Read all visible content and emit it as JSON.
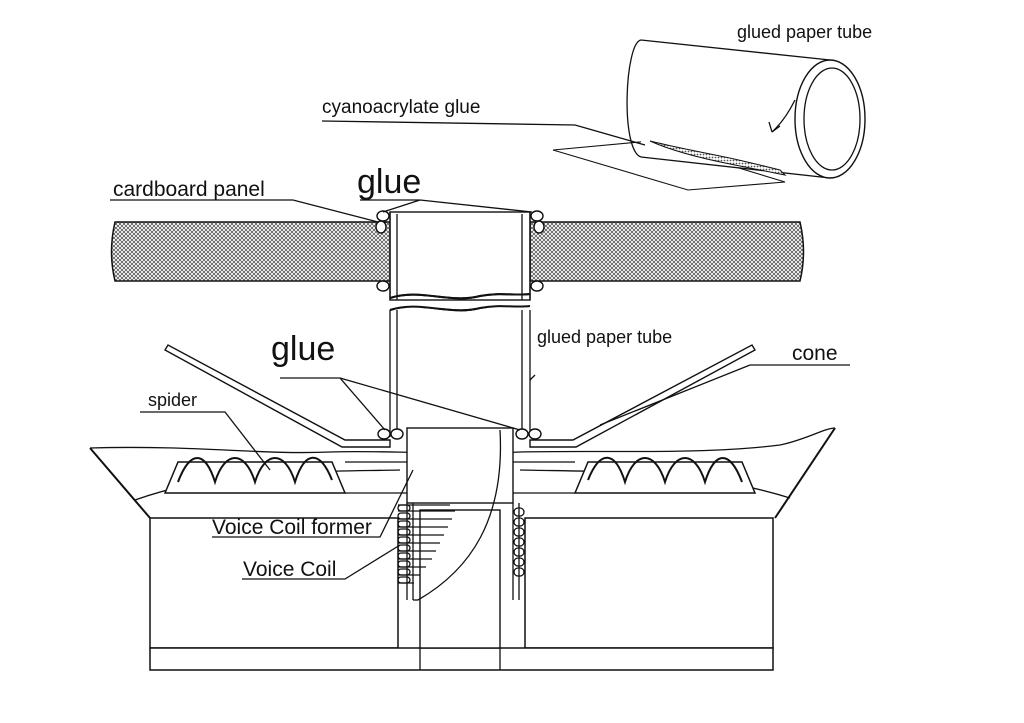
{
  "labels": {
    "tube_top": "glued paper tube",
    "cyano": "cyanoacrylate glue",
    "cardboard": "cardboard panel",
    "glue_top": "glue",
    "glue_mid": "glue",
    "tube_mid": "glued paper tube",
    "cone": "cone",
    "spider": "spider",
    "former": "Voice Coil former",
    "coil": "Voice Coil"
  },
  "colors": {
    "ink": "#111111",
    "paper": "#ffffff",
    "hatch": "#555555"
  }
}
